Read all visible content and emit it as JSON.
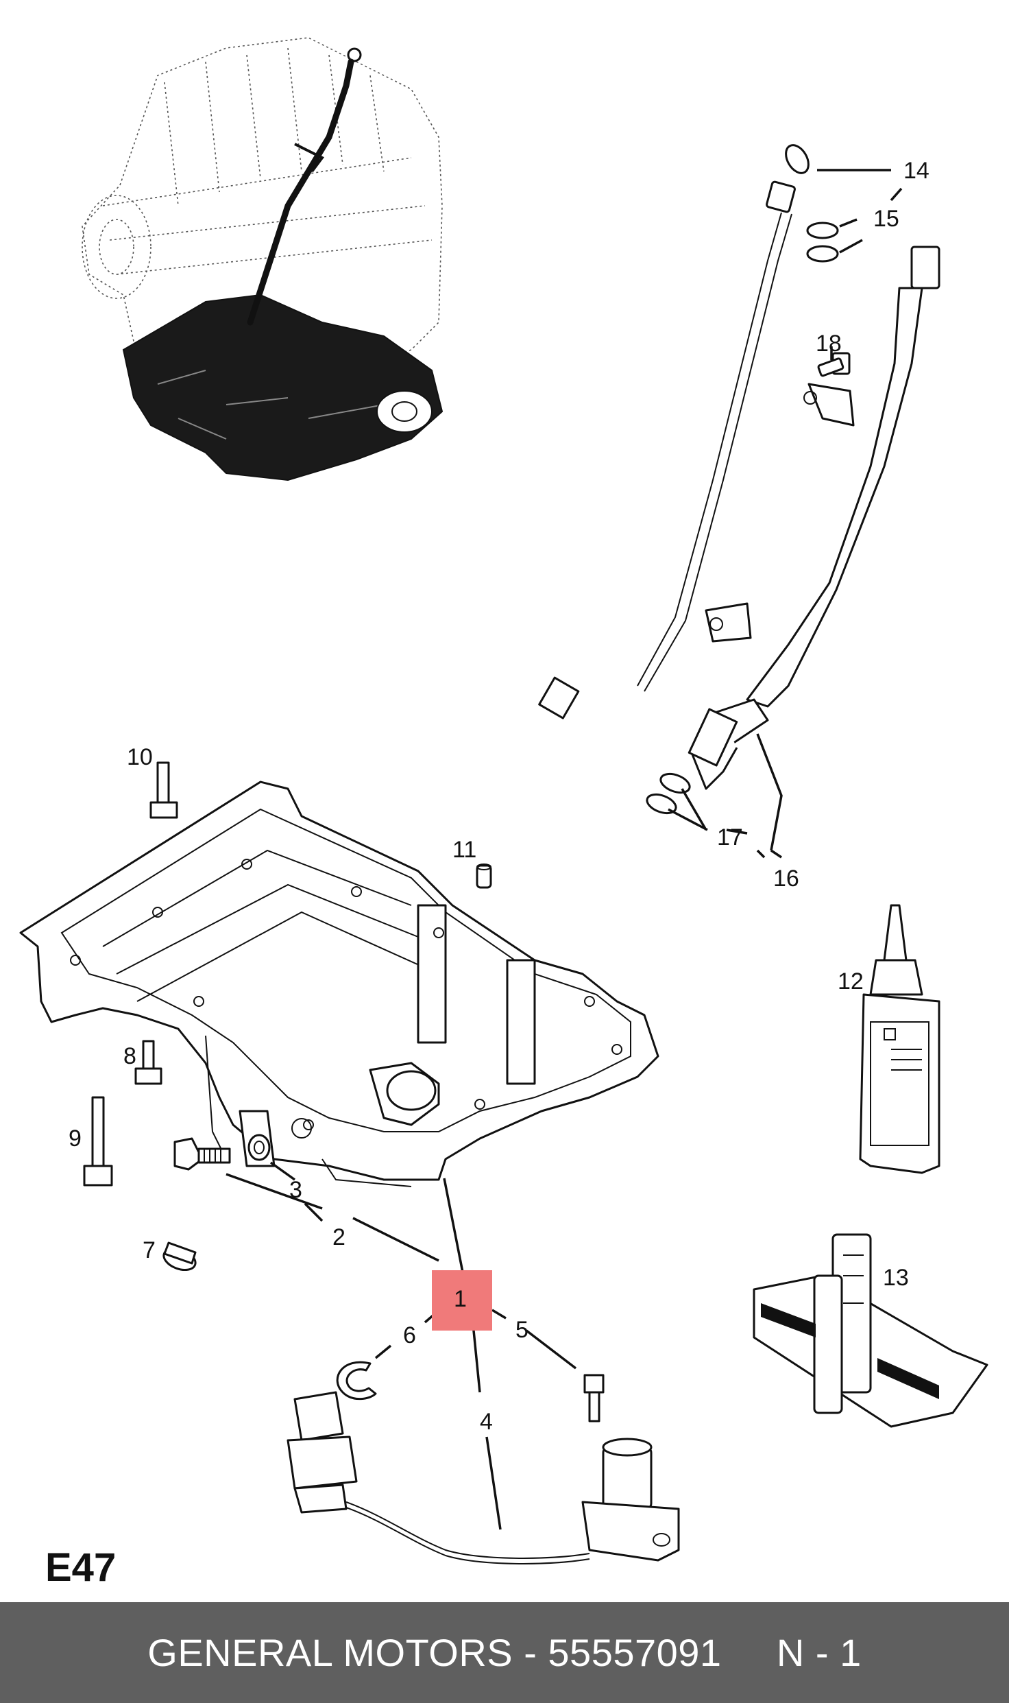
{
  "sheet_label": "E47",
  "highlight_color": "#f07a7a",
  "footer": {
    "text": "GENERAL MOTORS - 55557091     N - 1",
    "background": "#5f5f5f"
  },
  "callouts": [
    {
      "id": "1",
      "text": "1"
    },
    {
      "id": "2",
      "text": "2"
    },
    {
      "id": "3",
      "text": "3"
    },
    {
      "id": "4",
      "text": "4"
    },
    {
      "id": "5",
      "text": "5"
    },
    {
      "id": "6",
      "text": "6"
    },
    {
      "id": "7",
      "text": "7"
    },
    {
      "id": "8",
      "text": "8"
    },
    {
      "id": "9",
      "text": "9"
    },
    {
      "id": "10",
      "text": "10"
    },
    {
      "id": "11",
      "text": "11"
    },
    {
      "id": "12",
      "text": "12"
    },
    {
      "id": "13",
      "text": "13"
    },
    {
      "id": "14",
      "text": "14"
    },
    {
      "id": "15",
      "text": "15"
    },
    {
      "id": "16",
      "text": "16"
    },
    {
      "id": "17",
      "text": "17"
    },
    {
      "id": "18",
      "text": "18"
    }
  ]
}
